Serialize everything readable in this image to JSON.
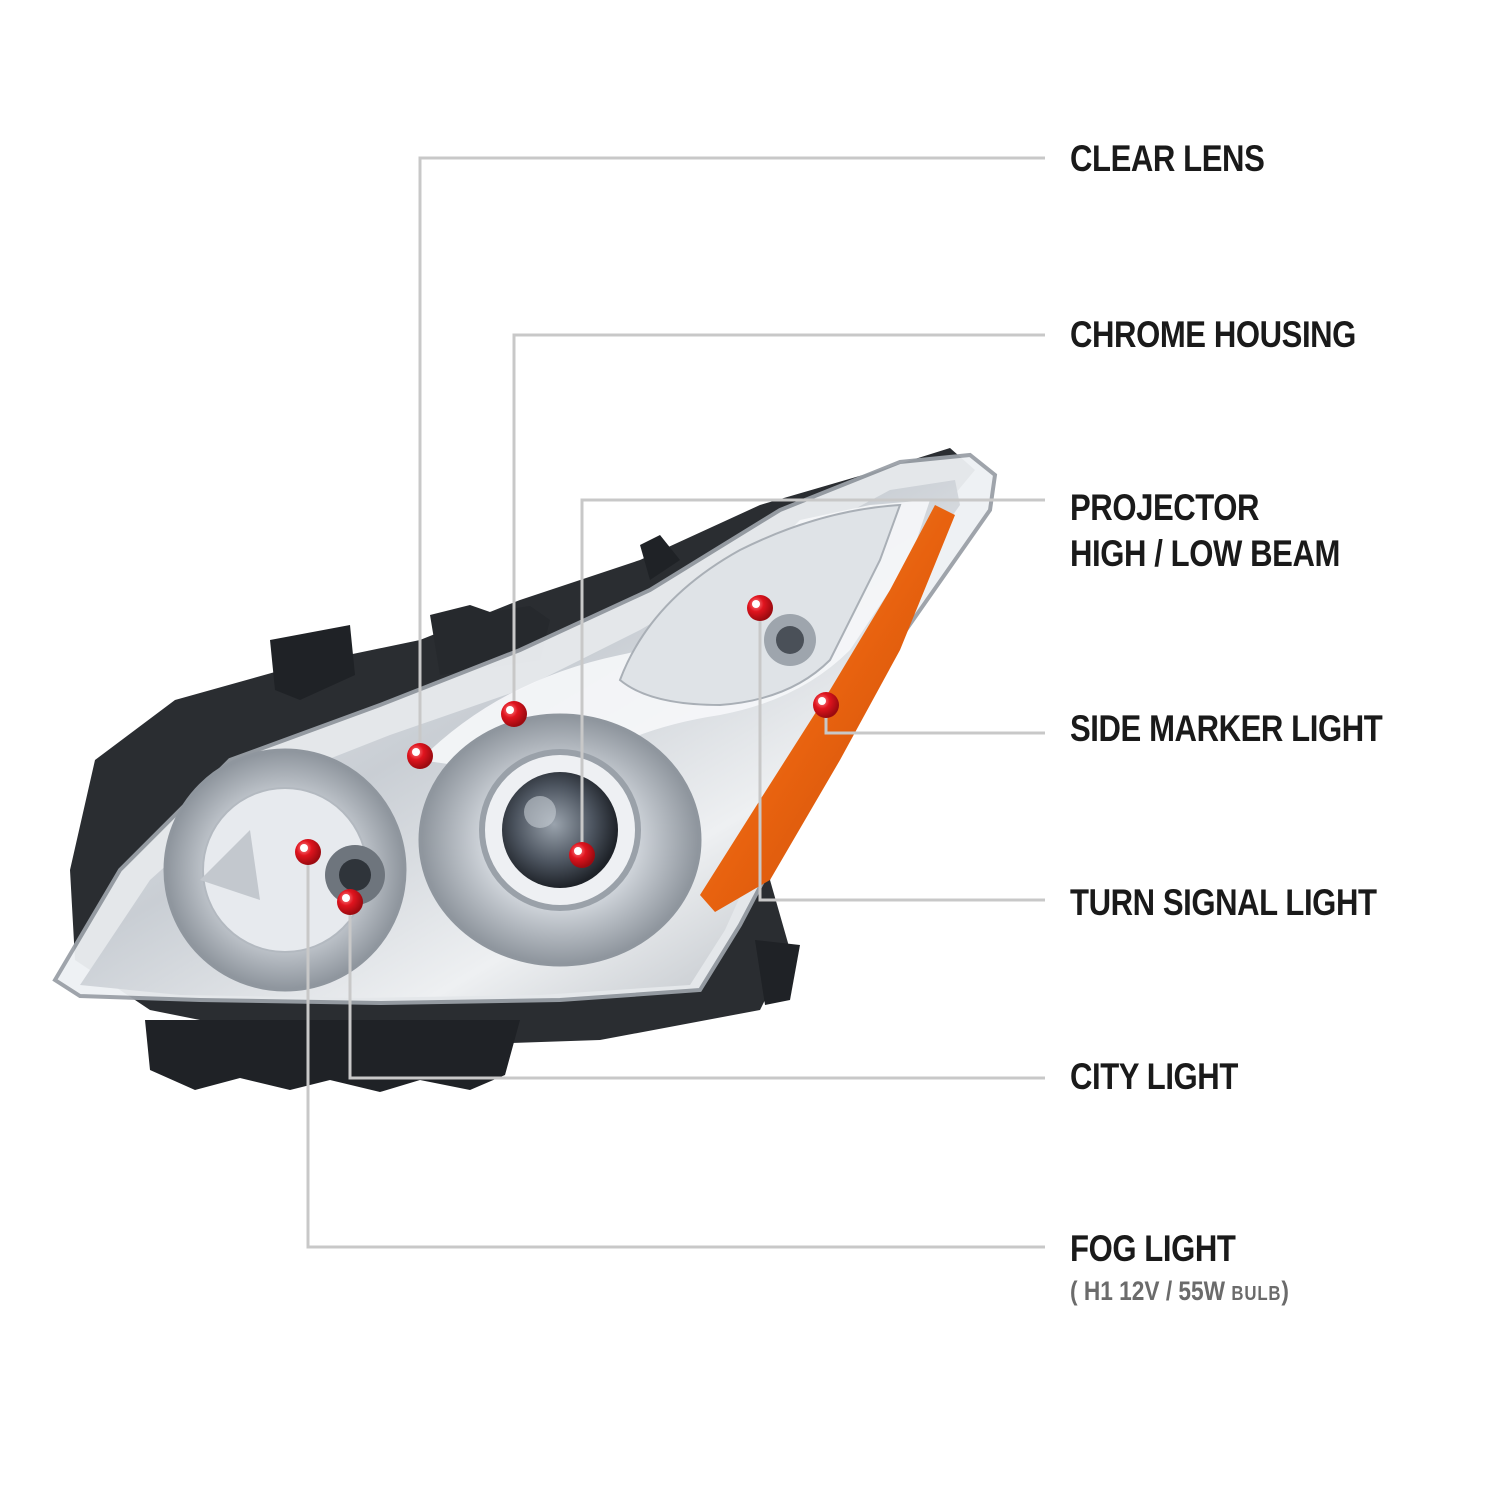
{
  "labels": {
    "clear_lens": "CLEAR LENS",
    "chrome_housing": "CHROME HOUSING",
    "projector_line1": "PROJECTOR",
    "projector_line2": "HIGH / LOW BEAM",
    "side_marker": "SIDE MARKER LIGHT",
    "turn_signal": "TURN SIGNAL LIGHT",
    "city_light": "CITY LIGHT",
    "fog_light": "FOG LIGHT",
    "fog_spec_open": "(",
    "fog_spec_value": "H1  12V / 55W",
    "fog_spec_unit": "BULB",
    "fog_spec_close": ")"
  },
  "colors": {
    "marker_dot": "#e0141e",
    "leader_line": "#c8c8c8",
    "amber": "#e8620f",
    "chrome": "#d9dde1",
    "housing_dark": "#2a2d31"
  }
}
